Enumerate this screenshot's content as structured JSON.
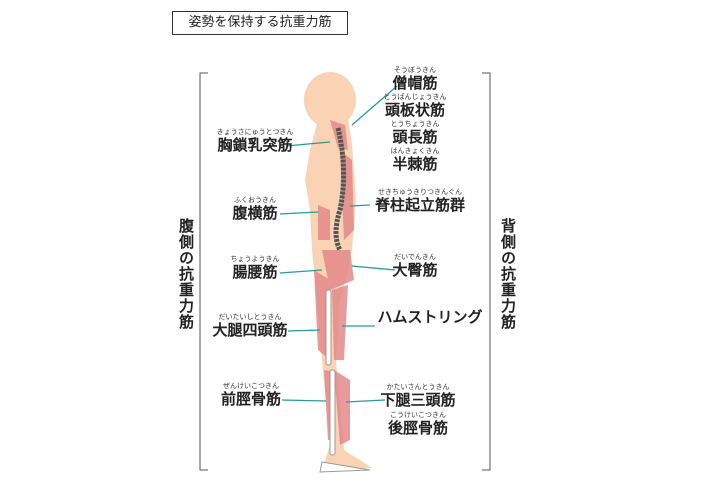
{
  "title": "姿勢を保持する抗重力筋",
  "side_labels": {
    "front": "腹側の抗重力筋",
    "back": "背側の抗重力筋"
  },
  "left_labels": [
    {
      "ruby": "きょうさにゅうとつきん",
      "name": "胸鎖乳突筋"
    },
    {
      "ruby": "ふくおうきん",
      "name": "腹横筋"
    },
    {
      "ruby": "ちょうようきん",
      "name": "腸腰筋"
    },
    {
      "ruby": "だいたいしとうきん",
      "name": "大腿四頭筋"
    },
    {
      "ruby": "ぜんけいこつきん",
      "name": "前脛骨筋"
    }
  ],
  "right_labels": [
    {
      "ruby": "そうぼうきん",
      "name": "僧帽筋"
    },
    {
      "ruby": "とうばんじょうきん",
      "name": "頭板状筋"
    },
    {
      "ruby": "とうちょうきん",
      "name": "頭長筋"
    },
    {
      "ruby": "はんきょくきん",
      "name": "半棘筋"
    },
    {
      "ruby": "せきちゅうきりつきんぐん",
      "name": "脊柱起立筋群"
    },
    {
      "ruby": "だいでんきん",
      "name": "大臀筋"
    },
    {
      "ruby": "",
      "name": "ハムストリング"
    },
    {
      "ruby": "かたいさんとうきん",
      "name": "下腿三頭筋"
    },
    {
      "ruby": "こうけいこつきん",
      "name": "後脛骨筋"
    }
  ],
  "colors": {
    "skin": "#f9d3b4",
    "muscle": "#e58a8a",
    "leader": "#2a9a96",
    "bone": "#ffffff"
  }
}
